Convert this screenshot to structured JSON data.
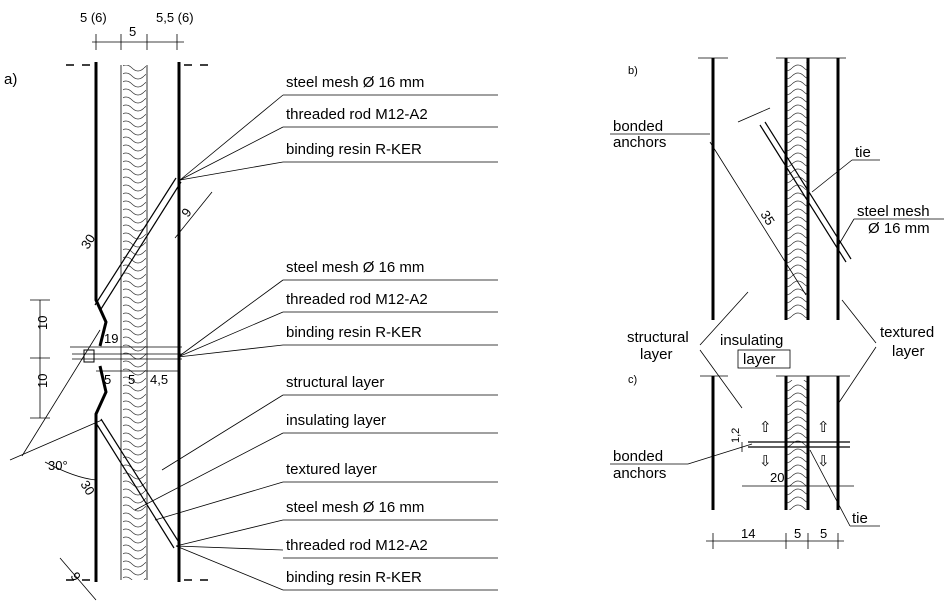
{
  "panels": {
    "a": "a)",
    "b": "b)",
    "c": "c)"
  },
  "a": {
    "top_dims": [
      "5 (6)",
      "5",
      "5,5 (6)"
    ],
    "labels": [
      "steel mesh Ø 16 mm",
      "threaded rod M12-A2",
      "binding resin R-KER",
      "steel mesh Ø 16 mm",
      "threaded rod M12-A2",
      "binding resin R-KER",
      "structural layer",
      "insulating layer",
      "textured layer",
      "steel mesh Ø 16 mm",
      "threaded rod M12-A2",
      "binding resin R-KER"
    ],
    "dims": {
      "left_10a": "10",
      "left_10b": "10",
      "mid_19": "19",
      "mid_5a": "5",
      "mid_5b": "5",
      "mid_45": "4,5",
      "diag_30a": "30",
      "diag_30b": "30",
      "angle": "30°",
      "nine_a": "9",
      "nine_b": "9"
    }
  },
  "b": {
    "bonded_line1": "bonded",
    "bonded_line2": "anchors",
    "tie": "tie",
    "mesh_line1": "steel mesh",
    "mesh_line2": "Ø 16 mm",
    "dim_35": "35"
  },
  "mid": {
    "structural_line1": "structural",
    "structural_line2": "layer",
    "insulating_line1": "insulating",
    "insulating_line2": "layer",
    "textured_line1": "textured",
    "textured_line2": "layer"
  },
  "c": {
    "bonded_line1": "bonded",
    "bonded_line2": "anchors",
    "tie": "tie",
    "dim_12": "1,2",
    "dim_20": "20",
    "bottom_dims": [
      "14",
      "5",
      "5"
    ]
  }
}
